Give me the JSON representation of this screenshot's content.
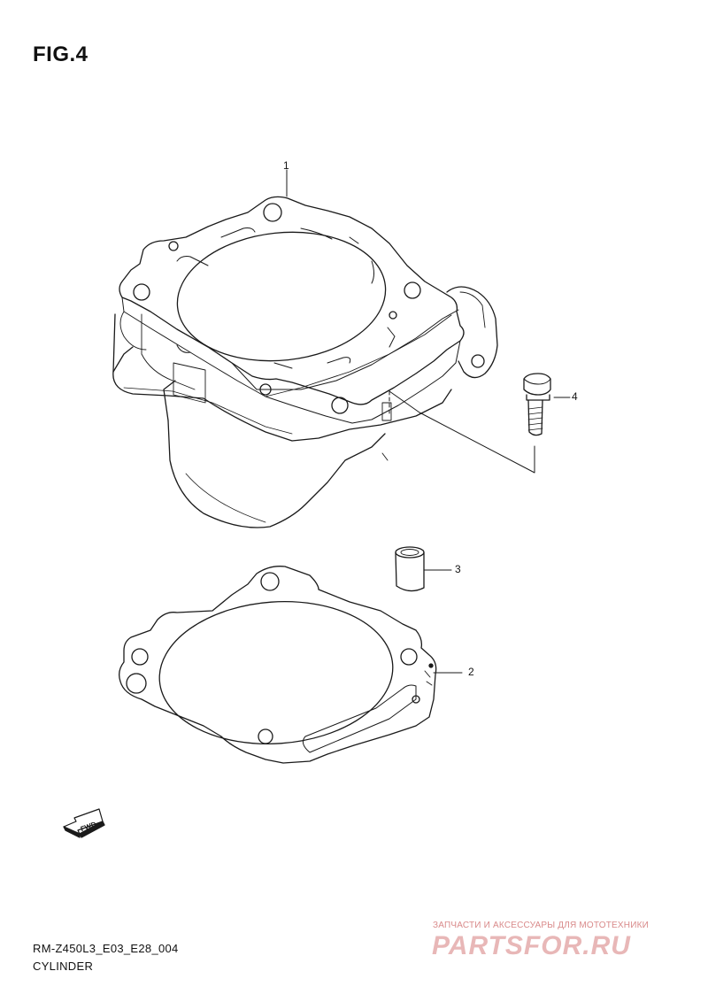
{
  "figure": {
    "title": "FIG.4"
  },
  "callouts": [
    {
      "number": "1"
    },
    {
      "number": "2"
    },
    {
      "number": "3"
    },
    {
      "number": "4"
    }
  ],
  "fwd_arrow": {
    "label": "FWD"
  },
  "footer": {
    "model_code": "RM-Z450L3_E03_E28_004",
    "section_name": "CYLINDER"
  },
  "watermark": {
    "tagline": "ЗАПЧАСТИ И АКСЕССУАРЫ ДЛЯ МОТОТЕХНИКИ",
    "logo_text": "PARTSFOR.RU",
    "color": "#e8b7b7"
  },
  "colors": {
    "line": "#1a1a1a",
    "background": "#ffffff"
  }
}
